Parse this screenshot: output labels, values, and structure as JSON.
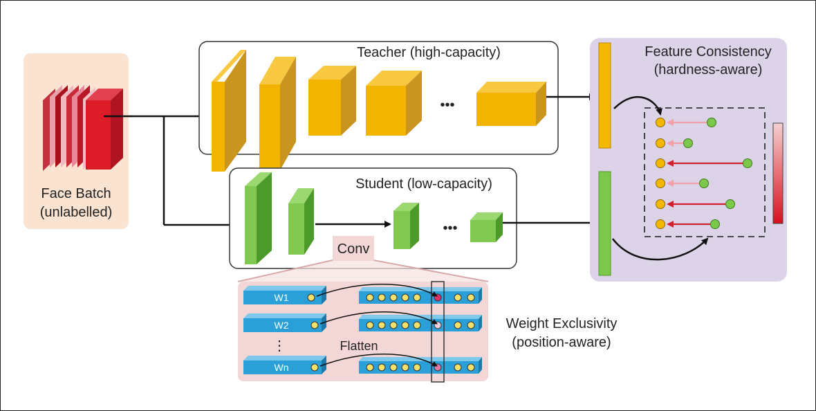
{
  "face_batch": {
    "line1": "Face Batch",
    "line2": "(unlabelled)"
  },
  "teacher": {
    "title": "Teacher (high-capacity)",
    "ellipsis": "•••"
  },
  "student": {
    "title": "Student (low-capacity)",
    "ellipsis": "•••"
  },
  "conv": {
    "label": "Conv"
  },
  "feature_consistency": {
    "line1": "Feature Consistency",
    "line2": "(hardness-aware)"
  },
  "weights": {
    "w1": "W1",
    "w2": "W2",
    "wn": "Wn",
    "vdots": "⋮",
    "flatten": "Flatten"
  },
  "weight_exclusivity": {
    "line1": "Weight Exclusivity",
    "line2": "(position-aware)"
  },
  "colors": {
    "teacher": "#f5b800",
    "student": "#7cc84a",
    "face": "#d8202a",
    "weight_bar": "#2a9fd8",
    "panel_face": "#fbe3d2",
    "panel_feature": "#ddd3e8",
    "panel_weights": "#f3d6d6"
  }
}
